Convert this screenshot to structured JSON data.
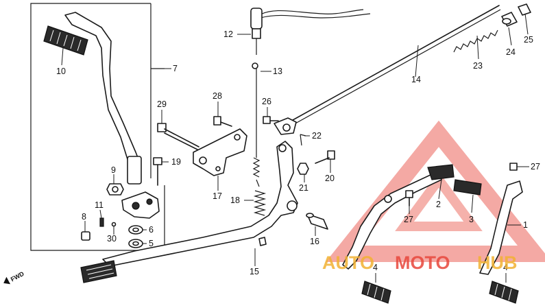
{
  "diagram": {
    "callouts": {
      "n1": "1",
      "n2": "2",
      "n3": "3",
      "n4a": "4",
      "n4b": "4",
      "n5": "5",
      "n6": "6",
      "n7": "7",
      "n8": "8",
      "n9": "9",
      "n10": "10",
      "n11": "11",
      "n12": "12",
      "n13": "13",
      "n14": "14",
      "n15": "15",
      "n16": "16",
      "n17": "17",
      "n18": "18",
      "n19": "19",
      "n20": "20",
      "n21": "21",
      "n22": "22",
      "n23": "23",
      "n24": "24",
      "n25": "25",
      "n26": "26",
      "n27a": "27",
      "n27b": "27",
      "n28": "28",
      "n29": "29",
      "n30": "30"
    },
    "fwd_label": "FWD"
  },
  "watermark": {
    "text_left": "AUTO",
    "text_mid": "MOTO",
    "text_right": "HUB",
    "color_primary": "#e8473c",
    "color_secondary": "#f2b233"
  }
}
